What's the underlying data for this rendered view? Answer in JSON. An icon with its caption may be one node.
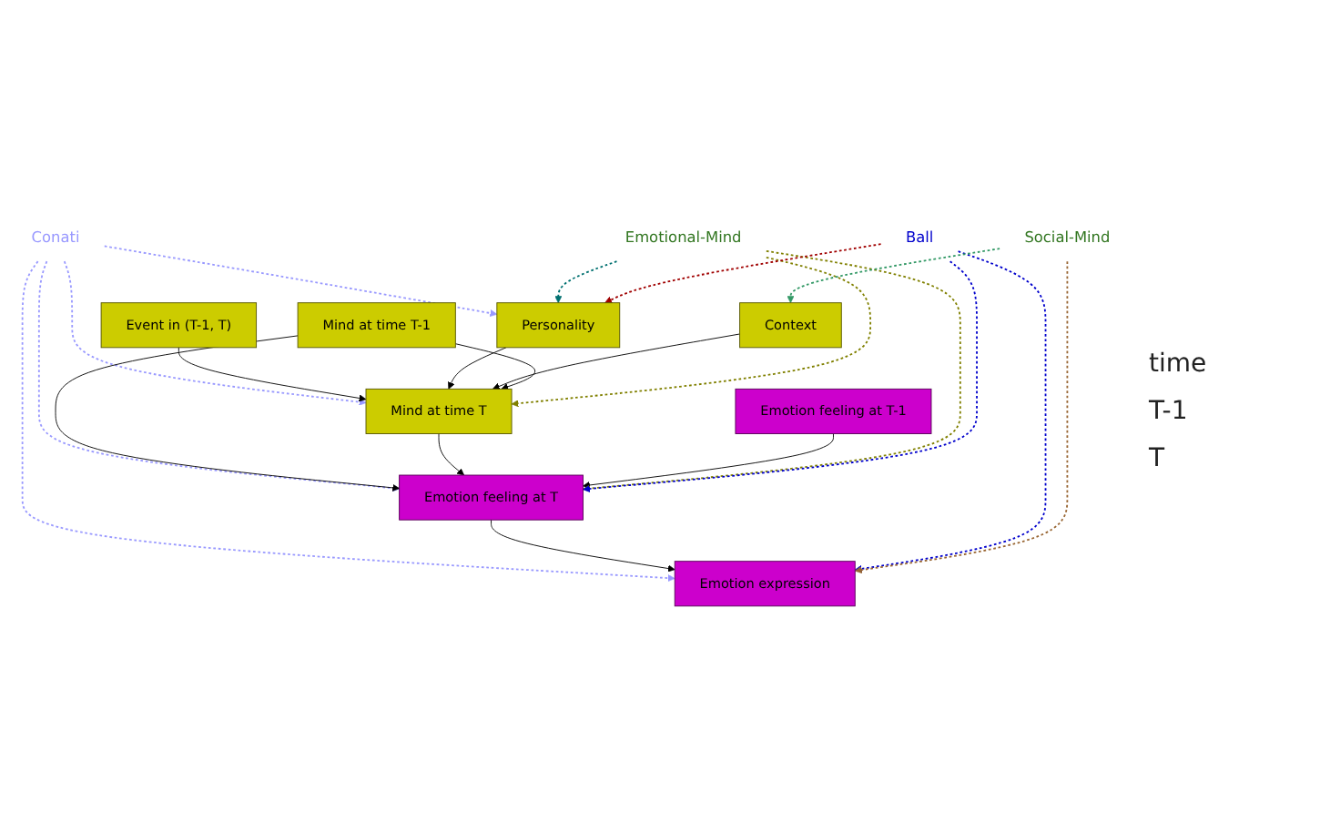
{
  "diagram": {
    "nodes": [
      {
        "text": [
          "Conati"
        ]
      },
      {
        "text": [
          "Event in (T-1, T)"
        ]
      },
      {
        "text": [
          "Personality"
        ]
      },
      {
        "text": [
          "Context"
        ]
      },
      {
        "text": [
          "Mind at time T-1"
        ]
      },
      {
        "text": [
          "Mind at time T"
        ]
      },
      {
        "text": [
          "Ball"
        ]
      },
      {
        "text": [
          "Emotion feeling at T-1"
        ]
      },
      {
        "text": [
          "Emotion feeling at T"
        ]
      },
      {
        "text": [
          "Emotion expression"
        ]
      },
      {
        "text": [
          "Emotional-Mind"
        ]
      },
      {
        "text": [
          "Social-Mind"
        ]
      }
    ],
    "edges": [
      {
        "from": 0,
        "to": 2,
        "arrow": "to",
        "style": "dashed",
        "color": "#9999ff"
      },
      {
        "from": 0,
        "to": 5,
        "arrow": "to",
        "style": "dashed",
        "color": "#9999ff"
      },
      {
        "from": 0,
        "to": 8,
        "arrow": "to",
        "style": "dashed",
        "color": "#9999ff"
      },
      {
        "from": 0,
        "to": 9,
        "arrow": "to",
        "style": "dashed",
        "color": "#9999ff"
      },
      {
        "from": 1,
        "to": 5,
        "arrow": "to"
      },
      {
        "from": 2,
        "to": 5,
        "arrow": "to"
      },
      {
        "from": 3,
        "to": 5,
        "arrow": "to"
      },
      {
        "from": 4,
        "to": 5,
        "arrow": "to"
      },
      {
        "from": 4,
        "to": 8,
        "arrow": "to"
      },
      {
        "from": 5,
        "to": 8,
        "arrow": "to"
      },
      {
        "from": 7,
        "to": 8,
        "arrow": "to"
      },
      {
        "from": 8,
        "to": 9,
        "arrow": "to"
      },
      {
        "from": 10,
        "to": 2,
        "arrow": "to",
        "style": "dashed",
        "color": "#007070"
      },
      {
        "from": 10,
        "to": 5,
        "arrow": "to",
        "style": "dashed",
        "color": "#808000"
      },
      {
        "from": 10,
        "to": 8,
        "arrow": "to",
        "style": "dashed",
        "color": "#808000"
      },
      {
        "from": 6,
        "to": 2,
        "arrow": "to",
        "style": "dashed",
        "color": "#a00000"
      },
      {
        "from": 6,
        "to": 8,
        "arrow": "to",
        "style": "dashed",
        "color": "#0000cc"
      },
      {
        "from": 6,
        "to": 9,
        "arrow": "to",
        "style": "dashed",
        "color": "#0000cc"
      },
      {
        "from": 11,
        "to": 3,
        "arrow": "to",
        "style": "dashed",
        "color": "#339966"
      },
      {
        "from": 11,
        "to": 9,
        "arrow": "to",
        "style": "dashed",
        "color": "#996633"
      }
    ],
    "labels": [
      "time",
      "T-1",
      "T"
    ]
  }
}
